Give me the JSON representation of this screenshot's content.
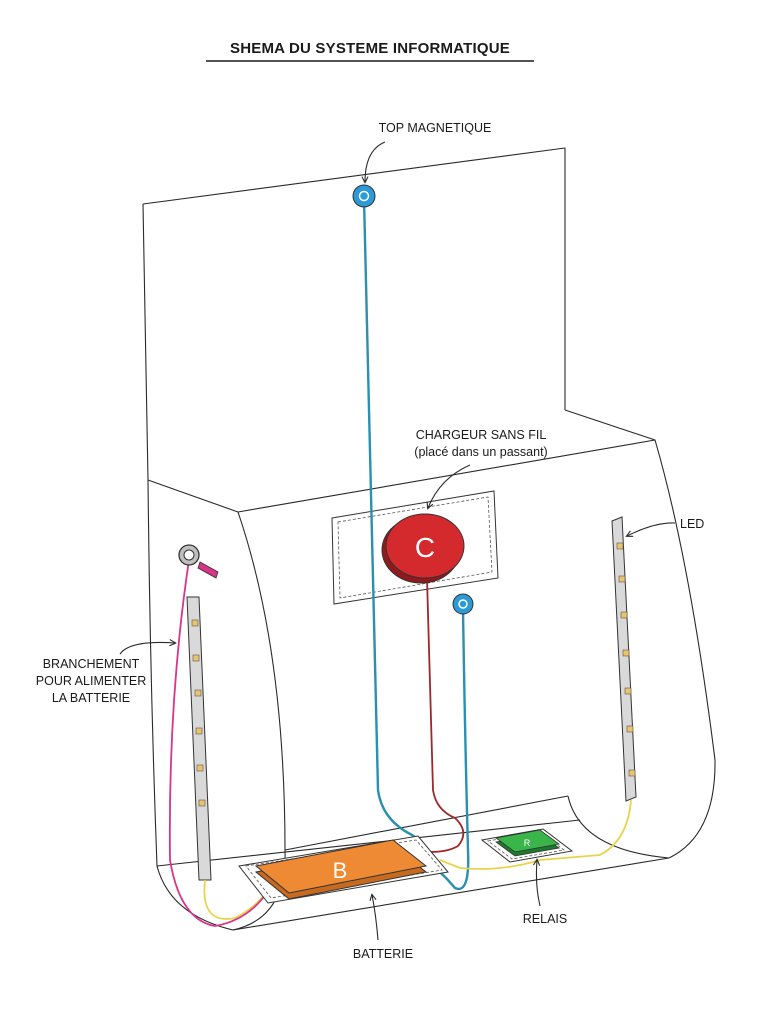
{
  "title": "SHEMA DU SYSTEME INFORMATIQUE",
  "labels": {
    "top_magnetique": "TOP MAGNETIQUE",
    "chargeur_line1": "CHARGEUR SANS FIL",
    "chargeur_line2": "(placé dans un passant)",
    "led": "LED",
    "branchement_line1": "BRANCHEMENT",
    "branchement_line2": "POUR ALIMENTER",
    "branchement_line3": "LA BATTERIE",
    "batterie": "BATTERIE",
    "relais": "RELAIS"
  },
  "badges": {
    "chargeur": "C",
    "batterie": "B",
    "relais": "R"
  },
  "colors": {
    "magnetic_wire": "#2a8fb0",
    "charger_wire": "#a0262a",
    "led_wire": "#e8d44a",
    "power_wire": "#d8358a",
    "charger": "#d42a2e",
    "battery": "#ee8a33",
    "relay": "#3ab54a",
    "sensor": "#2b9ad6"
  }
}
